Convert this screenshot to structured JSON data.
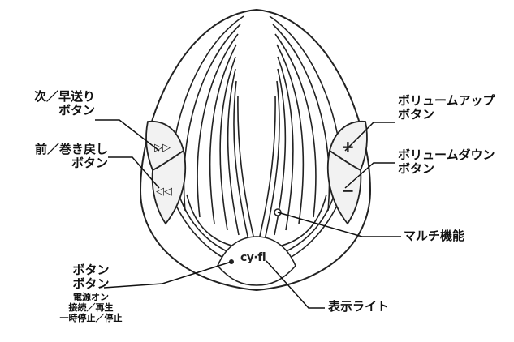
{
  "brand": {
    "logo_text": "cy·fi"
  },
  "controls": {
    "next_symbol": "▷▷",
    "prev_symbol": "◁◁",
    "plus_symbol": "+",
    "minus_symbol": "−"
  },
  "callouts": {
    "next_fastforward": {
      "line1": "次／早送り",
      "line2": "ボタン"
    },
    "prev_rewind": {
      "line1": "前／巻き戻し",
      "line2": "ボタン"
    },
    "volume_up": {
      "line1": "ボリュームアップ",
      "line2": "ボタン"
    },
    "volume_down": {
      "line1": "ボリュームダウン",
      "line2": "ボタン"
    },
    "multi_function": {
      "line1": "マルチ機能"
    },
    "center_button": {
      "line1": "ボタン",
      "line2": "ボタン",
      "line3": "電源オン",
      "line4": "接続／再生",
      "line5": "一時停止／停止"
    },
    "indicator_light": {
      "line1": "表示ライト"
    }
  }
}
